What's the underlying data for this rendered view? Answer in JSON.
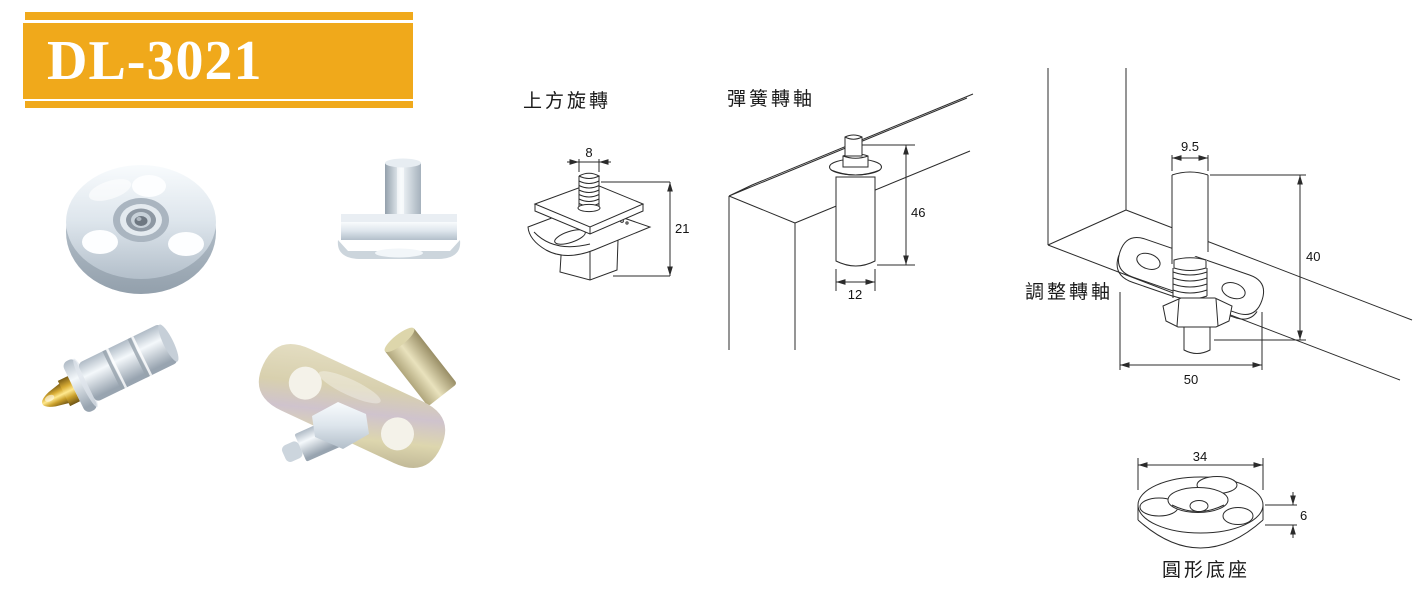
{
  "product": {
    "code": "DL-3021"
  },
  "banner": {
    "bg_color": "#F0A91B",
    "text_color": "#FFFFFF"
  },
  "drawing_line_color": "#2b2b2b",
  "drawings": {
    "top_rotation": {
      "label": "上方旋轉",
      "dim_thread": "8",
      "dim_height": "21"
    },
    "spring_pivot": {
      "label": "彈簧轉軸",
      "dim_height": "46",
      "dim_diameter": "12"
    },
    "adjust_pivot": {
      "label": "調整轉軸",
      "dim_pin": "9.5",
      "dim_height": "40",
      "dim_plate": "50"
    },
    "round_base": {
      "label": "圓形底座",
      "dim_diameter": "34",
      "dim_thickness": "6"
    }
  },
  "photos": {
    "round_base": "round-base-photo",
    "square_mount": "square-mount-photo",
    "spring_pin": "spring-pin-photo",
    "oval_plate": "oval-plate-photo"
  }
}
